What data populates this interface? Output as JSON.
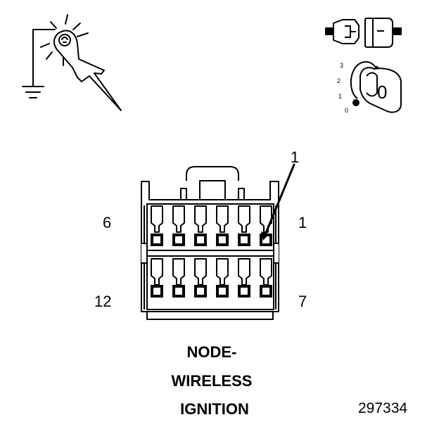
{
  "connector": {
    "pointer_label": "1",
    "pins": {
      "top_left": "6",
      "top_right": "1",
      "bottom_left": "12",
      "bottom_right": "7"
    }
  },
  "ignition": {
    "positions": [
      "3",
      "2",
      "1",
      "0"
    ],
    "key_label": "0"
  },
  "title_lines": [
    "NODE-",
    "WIRELESS",
    "IGNITION"
  ],
  "figure_number": "297334"
}
